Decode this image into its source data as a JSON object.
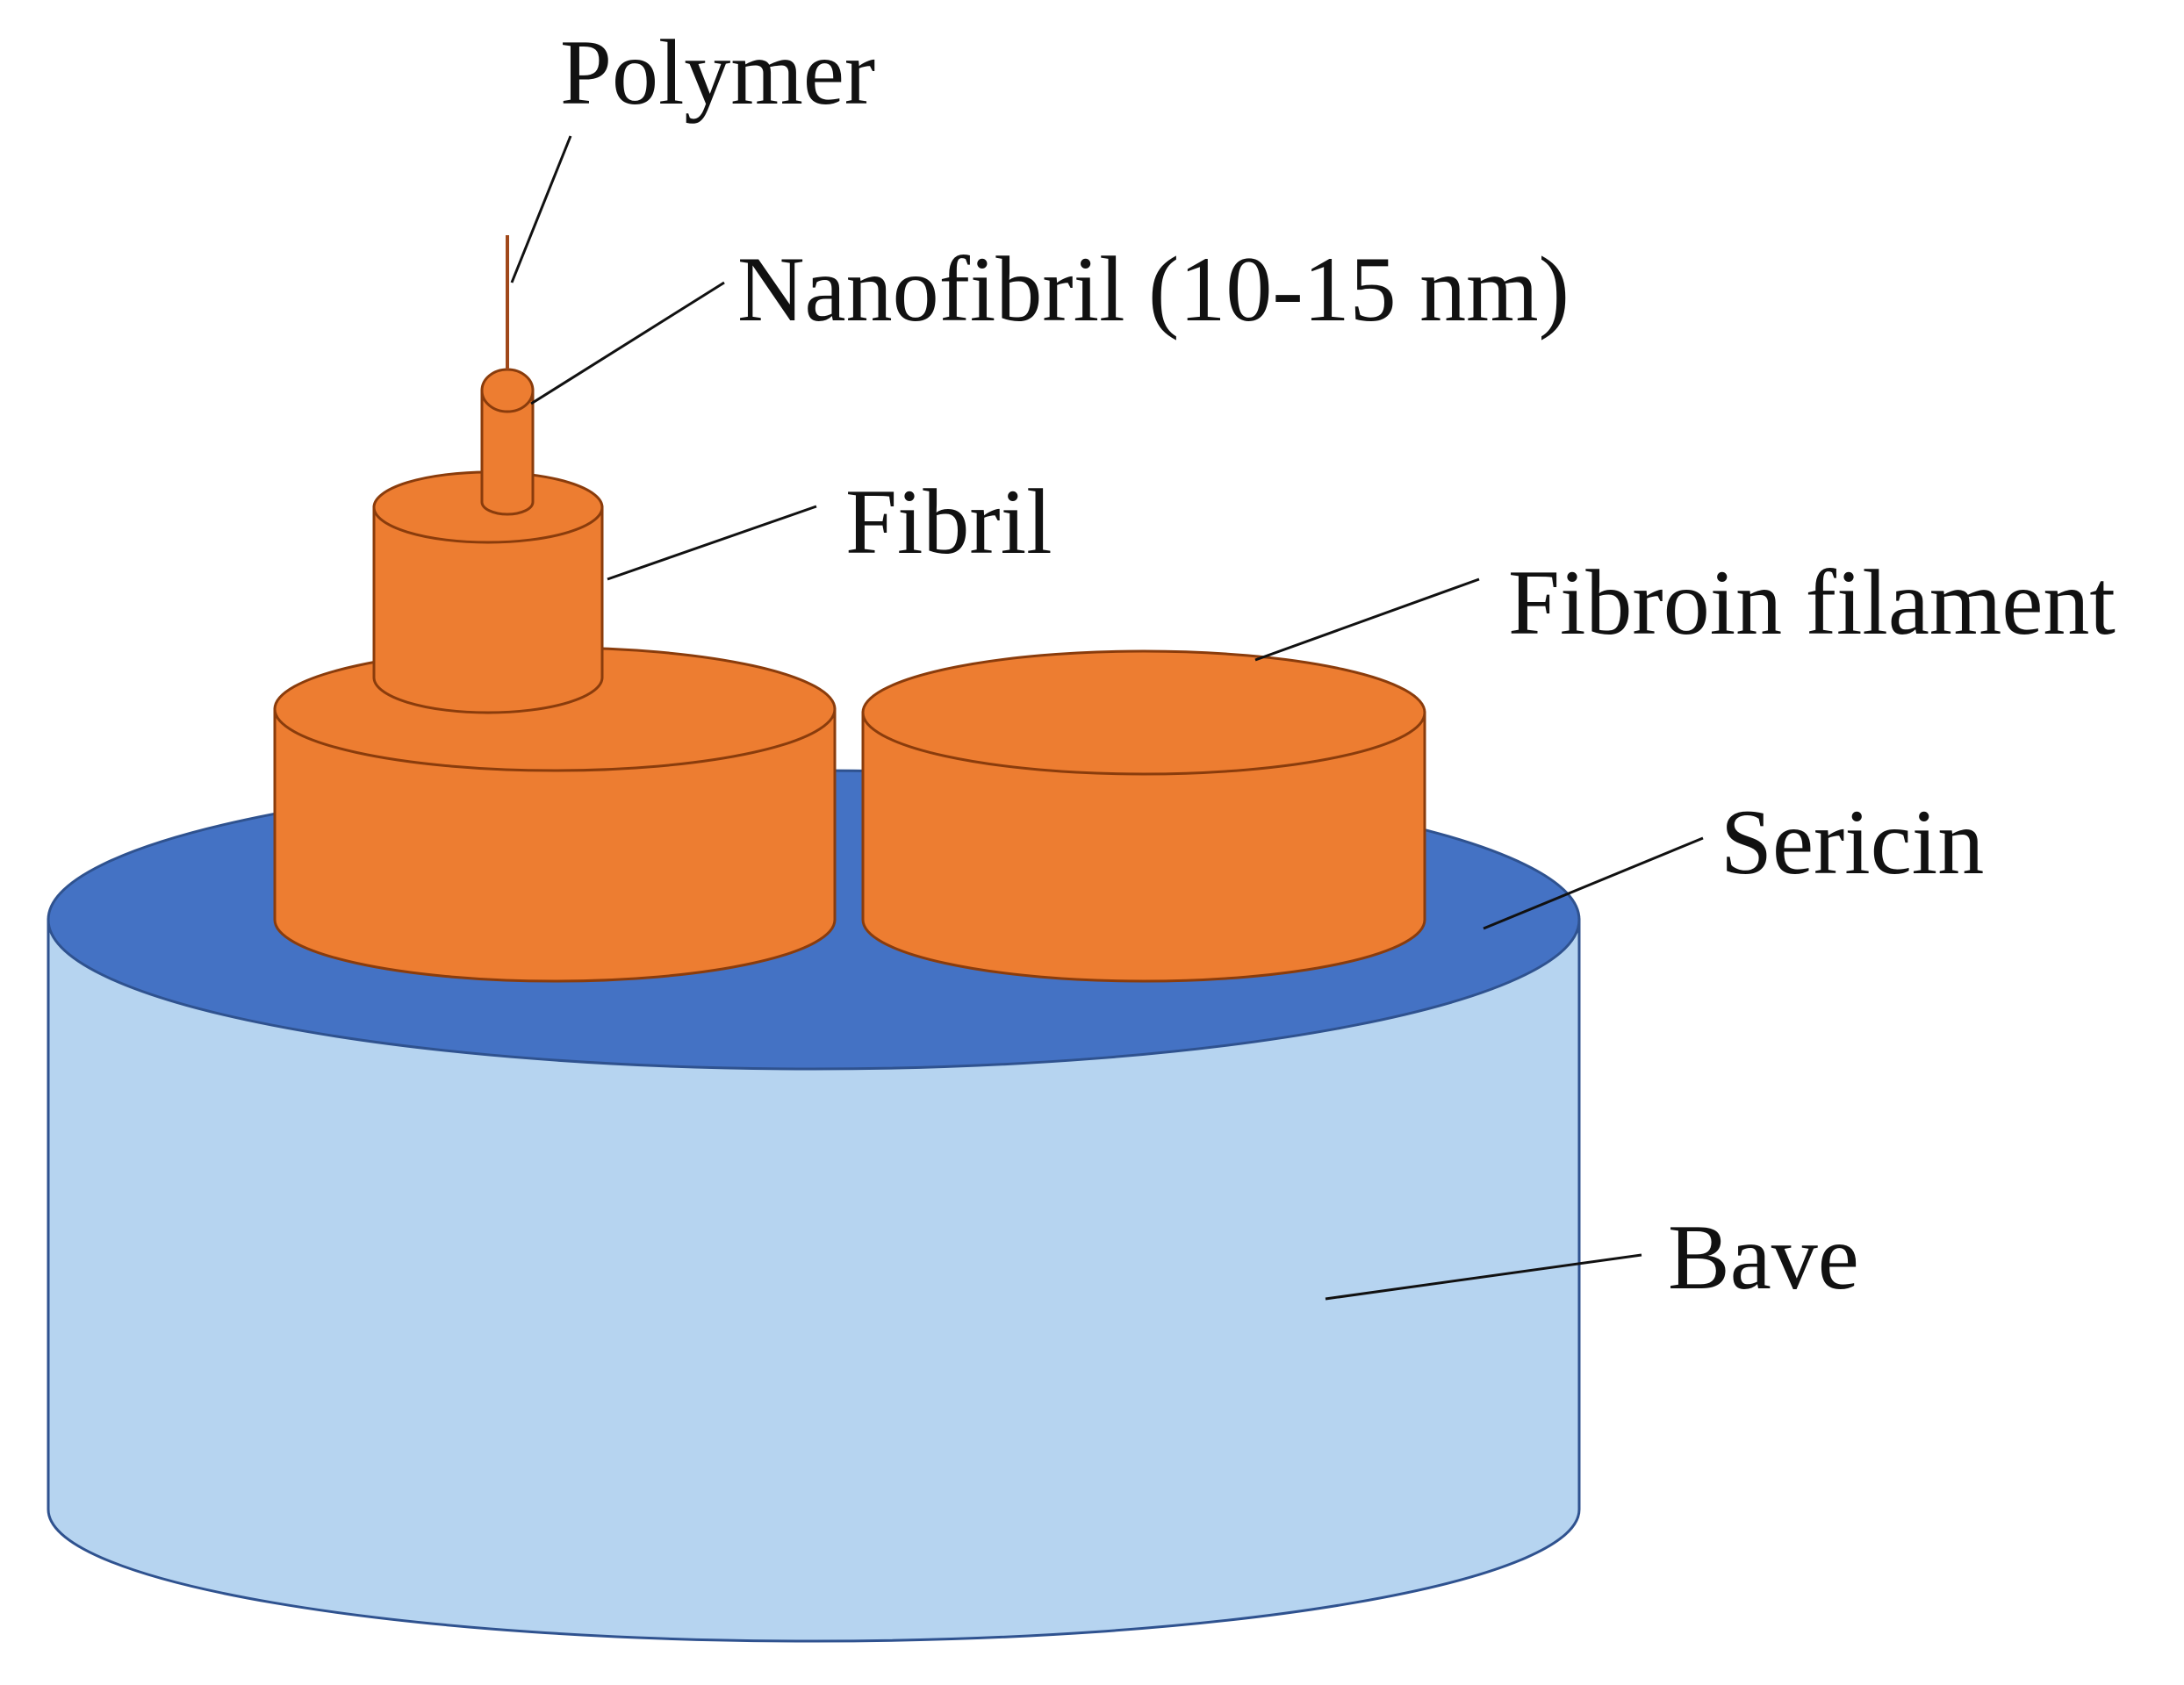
{
  "labels": {
    "polymer": "Polymer",
    "nanofibril": "Nanofibril (10-15 nm)",
    "fibril": "Fibril",
    "fibroin_filament": "Fibroin filament",
    "sericin": "Sericin",
    "bave": "Bave"
  },
  "colors": {
    "bave_fill": "#b6d4f0",
    "sericin_fill": "#4472c4",
    "fibroin_fill": "#ed7d31",
    "orange_edge": "#8a3c0c",
    "blue_edge": "#2f528f"
  }
}
